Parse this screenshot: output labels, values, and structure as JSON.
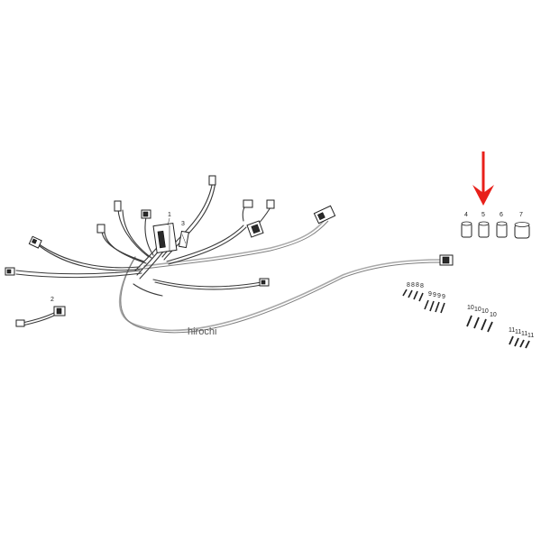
{
  "diagram": {
    "part_numbers": [
      "1",
      "2",
      "3",
      "4",
      "5",
      "6",
      "7",
      "8",
      "9",
      "10",
      "11"
    ],
    "repeated_labels": {
      "eight": [
        "8",
        "8",
        "8",
        "8"
      ],
      "nine": [
        "9",
        "9",
        "9",
        "9"
      ],
      "ten": [
        "10",
        "10",
        "10",
        "10"
      ],
      "eleven": [
        "11",
        "11",
        "11",
        "11"
      ]
    },
    "watermark": "hirochi",
    "highlight_arrow_color": "#e8201a",
    "highlighted_part": "5"
  }
}
